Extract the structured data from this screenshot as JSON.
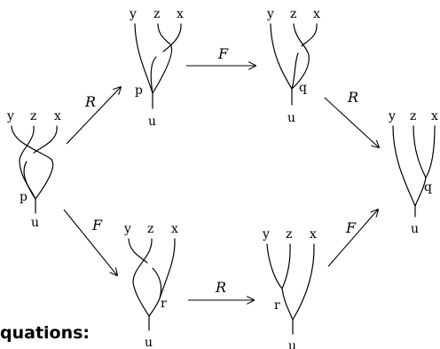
{
  "caption": "quations:",
  "arrows": {
    "R": "R",
    "F": "F"
  },
  "diagrams": [
    {
      "name": "left",
      "top": [
        "y",
        "z",
        "x"
      ],
      "vertex": "p",
      "root": "u"
    },
    {
      "name": "top-middle",
      "top": [
        "y",
        "z",
        "x"
      ],
      "vertex": "p",
      "root": "u"
    },
    {
      "name": "top-right",
      "top": [
        "y",
        "z",
        "x"
      ],
      "vertex": "q",
      "root": "u"
    },
    {
      "name": "right",
      "top": [
        "y",
        "z",
        "x"
      ],
      "vertex": "q",
      "root": "u"
    },
    {
      "name": "bottom-middle",
      "top": [
        "y",
        "z",
        "x"
      ],
      "vertex": "r",
      "root": "u"
    },
    {
      "name": "bottom-right",
      "top": [
        "y",
        "z",
        "x"
      ],
      "vertex": "r",
      "root": "u"
    }
  ]
}
